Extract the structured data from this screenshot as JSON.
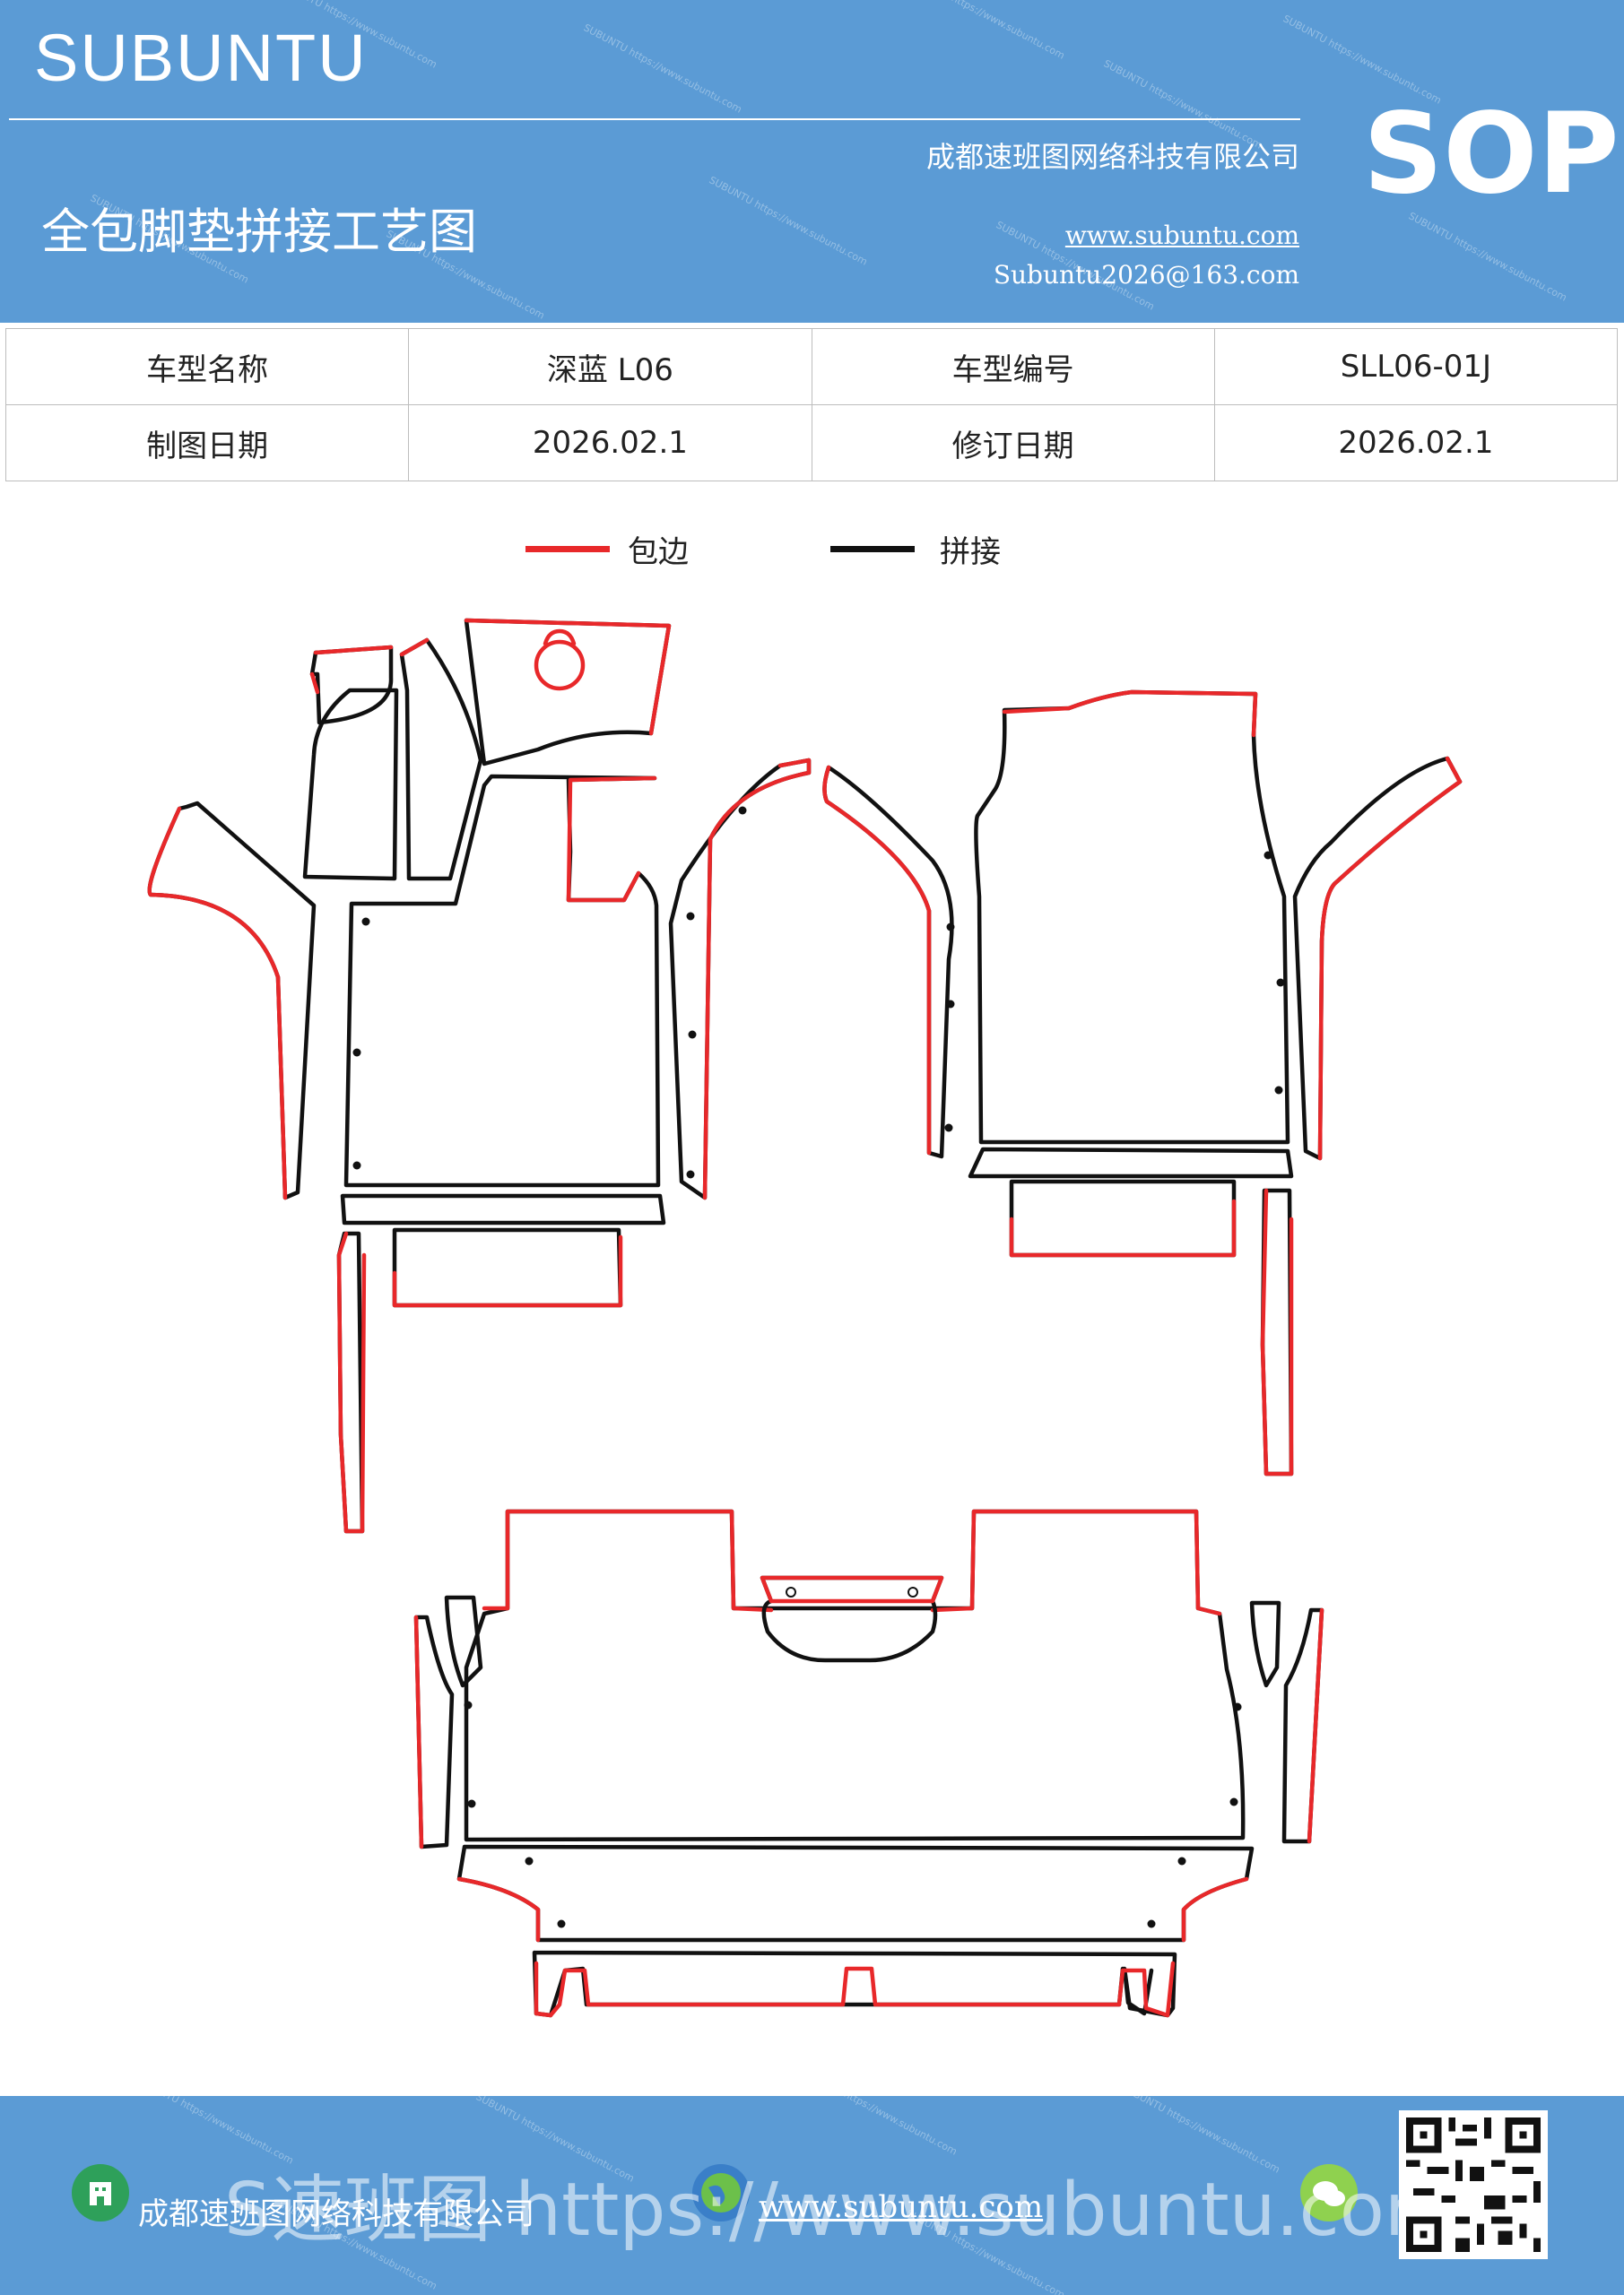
{
  "header": {
    "brand": "SUBUNTU",
    "company": "成都速班图网络科技有限公司",
    "doc_title": "全包脚垫拼接工艺图",
    "website": "www.subuntu.com",
    "email": "Subuntu2026@163.com",
    "badge": "SOP",
    "watermark": "SUBUNTU https://www.subuntu.com"
  },
  "info_table": {
    "rows": [
      [
        "车型名称",
        "深蓝 L06",
        "车型编号",
        "SLL06-01J"
      ],
      [
        "制图日期",
        "2026.02.1",
        "修订日期",
        "2026.02.1"
      ]
    ]
  },
  "legend": {
    "items": [
      {
        "label": "包边",
        "color": "#e8282a"
      },
      {
        "label": "拼接",
        "color": "#111111"
      }
    ]
  },
  "colors": {
    "brand_blue": "#5b9bd5",
    "edge_red": "#e8282a",
    "seam_black": "#111111"
  },
  "footer": {
    "company": "成都速班图网络科技有限公司",
    "website": "www.subuntu.com",
    "big_watermark": "S速班图 https://www.subuntu.com"
  }
}
